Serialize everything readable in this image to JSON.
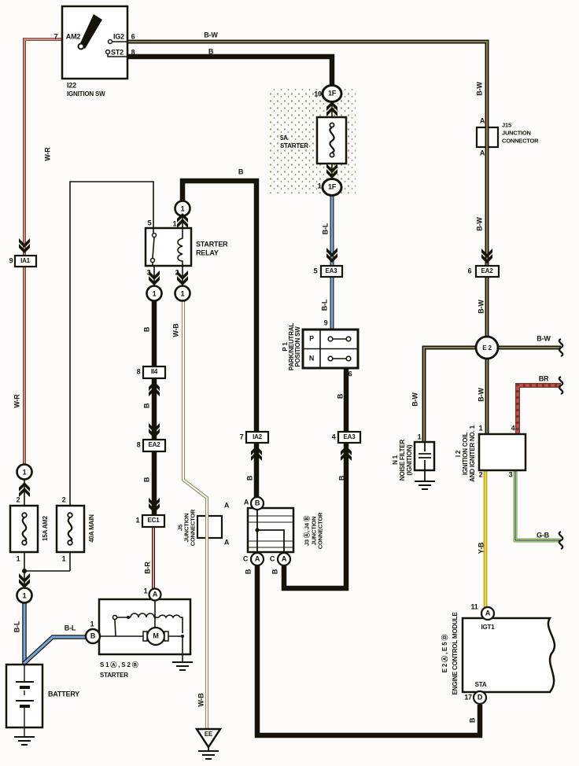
{
  "wire_labels": {
    "b": "B",
    "b_w": "B-W",
    "b_l": "B-L",
    "b_r": "B-R",
    "w_r": "W-R",
    "w_b": "W-B",
    "br": "BR",
    "y_b": "Y-B",
    "g_b": "G-B"
  },
  "terminals": {
    "a": "A",
    "b": "B",
    "c": "C",
    "d": "D",
    "one": "1",
    "e2": "E 2",
    "ee": "EE",
    "f1": "1F"
  },
  "ignition_sw": {
    "pin_am2": "7",
    "am2": "AM2",
    "ig2": "IG2",
    "pin_ig2": "6",
    "st2": "ST2",
    "pin_st2": "8",
    "code": "I22",
    "name": "IGNITION SW"
  },
  "starter_fuse": {
    "pin_top": "10",
    "pin_bot": "1",
    "rating": "5A",
    "name": "STARTER"
  },
  "starter_relay": {
    "line1": "STARTER",
    "line2": "RELAY",
    "pin5": "5",
    "pin1": "1",
    "pin3": "3",
    "pin2": "2"
  },
  "connectors": {
    "ia1": {
      "pin": "9",
      "label": "IA1"
    },
    "ii4": {
      "pin": "8",
      "label": "II4"
    },
    "ea2_left": {
      "pin": "8",
      "label": "EA2"
    },
    "ec1": {
      "pin": "1",
      "label": "EC1"
    },
    "ia2": {
      "pin": "7",
      "label": "IA2"
    },
    "ea3_mid": {
      "pin": "4",
      "label": "EA3"
    },
    "ea3_top": {
      "pin": "5",
      "label": "EA3"
    },
    "ea2_right": {
      "pin": "6",
      "label": "EA2"
    }
  },
  "j15": {
    "code": "J15",
    "line1": "JUNCTION",
    "line2": "CONNECTOR"
  },
  "j5": {
    "code": "J5",
    "line1": "JUNCTION",
    "line2": "CONNECTOR"
  },
  "j34": {
    "code": "J3 Ⓐ, J4 Ⓑ",
    "line1": "JUNCTION",
    "line2": "CONNECTOR"
  },
  "park_neutral": {
    "code": "P 1",
    "line1": "PARK/NEUTRAL",
    "line2": "POSITION SW",
    "p": "P",
    "n": "N",
    "pin9": "9",
    "pin6": "6"
  },
  "fuse_am2": {
    "rating": "15A AM2",
    "pin2": "2",
    "pin1": "1"
  },
  "fuse_main": {
    "rating": "40A MAIN",
    "pin2": "2",
    "pin1": "1"
  },
  "battery": {
    "name": "BATTERY"
  },
  "starter": {
    "pin_b": "1",
    "pin_a": "1",
    "motor": "M",
    "sub": "S 1 Ⓐ , S 2 Ⓑ",
    "name": "STARTER"
  },
  "ecm": {
    "sub": "E 2 Ⓐ , E 5 Ⓓ",
    "name": "ENGINE CONTROL MODULE",
    "igt1": "IGT1",
    "sta": "STA",
    "pin11": "11",
    "pin17": "17"
  },
  "ignition_coil": {
    "code": "I 2",
    "line1": "IGNITION COIL",
    "line2": "AND IGNITER NO. 1",
    "pin1": "1",
    "pin4": "4",
    "pin2": "2",
    "pin3": "3"
  },
  "noise_filter": {
    "code": "N 1",
    "line1": "NOISE FILTER",
    "line2": "(IGNITION)",
    "pin1": "1"
  },
  "colors": {
    "wire_red": "#d94136",
    "wire_blue": "#76a7dd",
    "wire_yellow": "#f2d411",
    "wire_green": "#6fae4e",
    "wire_brown": "#c0524a",
    "wire_olive": "#8c8050",
    "line_black": "#171309"
  }
}
